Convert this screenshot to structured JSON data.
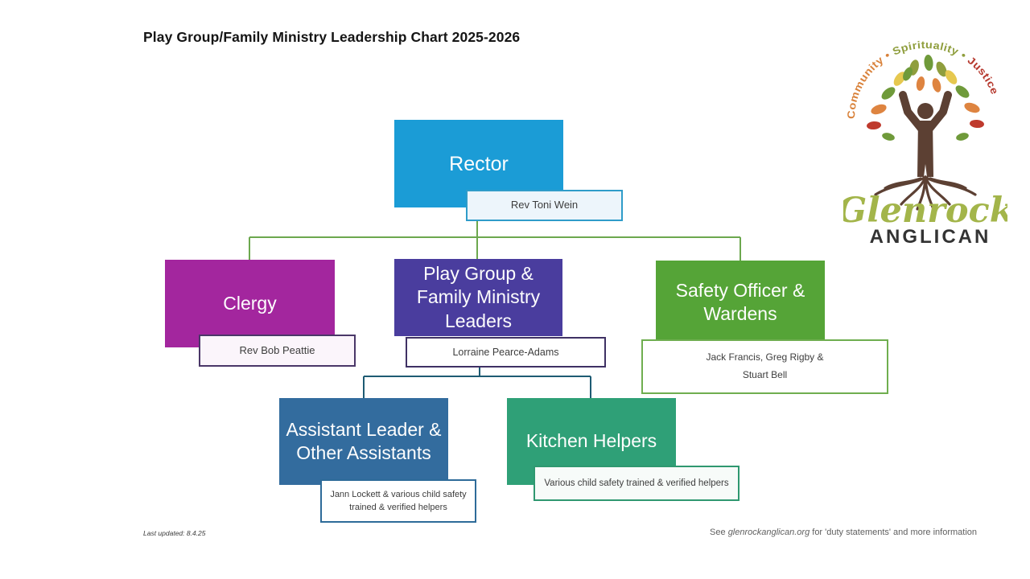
{
  "page": {
    "title": "Play Group/Family Ministry Leadership Chart 2025-2026",
    "footer": {
      "last_updated": "Last updated: 8.4.25",
      "info_prefix": "See ",
      "info_site": "glenrockanglican.org",
      "info_suffix": " for 'duty statements' and more information"
    }
  },
  "logo": {
    "arc": {
      "word1": "Community",
      "word1_color": "#D9823B",
      "separator1": " • ",
      "word2": "Spirituality",
      "word2_color": "#8F9E3D",
      "separator2": " • ",
      "word3": "Justice",
      "word3_color": "#B6392E"
    },
    "tree_color": "#5C4033",
    "leaf_colors": [
      "#8F9E3D",
      "#6F9A3A",
      "#E6C84F",
      "#DE8440",
      "#BF3A2D"
    ],
    "wordmark": "Glenrock",
    "wordmark_color": "#A3B54A",
    "subtext": "ANGLICAN",
    "subtext_color": "#333333"
  },
  "org_chart": {
    "connector_colors": {
      "upper": "#6CA84E",
      "lower": "#1E5B73"
    },
    "nodes": {
      "rector": {
        "title": "Rector",
        "person": "Rev Toni Wein",
        "fill": "#1B9CD6",
        "label_bg": "#EDF5FB",
        "label_border": "#2F9CC9"
      },
      "clergy": {
        "title": "Clergy",
        "person": "Rev Bob Peattie",
        "fill": "#A3269E",
        "label_bg": "#FBF5FB",
        "label_border": "#4A3768"
      },
      "playgroup": {
        "title": "Play Group & Family Ministry Leaders",
        "person": "Lorraine Pearce-Adams",
        "fill": "#4A3D9E",
        "label_bg": "#FFFFFF",
        "label_border": "#3F3164"
      },
      "safety": {
        "title": "Safety Officer & Wardens",
        "person_lines": [
          "Jack Francis, Greg Rigby &",
          "Stuart Bell"
        ],
        "fill": "#55A437",
        "label_bg": "#FFFFFF",
        "label_border": "#6FAE4F"
      },
      "assistant": {
        "title": "Assistant Leader & Other Assistants",
        "person_lines": [
          "Jann Lockett & various child safety",
          "trained & verified helpers"
        ],
        "fill": "#336C9E",
        "label_bg": "#FFFFFF",
        "label_border": "#2E6B99"
      },
      "kitchen": {
        "title": "Kitchen Helpers",
        "person": "Various child safety trained & verified helpers",
        "fill": "#2FA077",
        "label_bg": "#F7FBF9",
        "label_border": "#2F9870"
      }
    }
  }
}
